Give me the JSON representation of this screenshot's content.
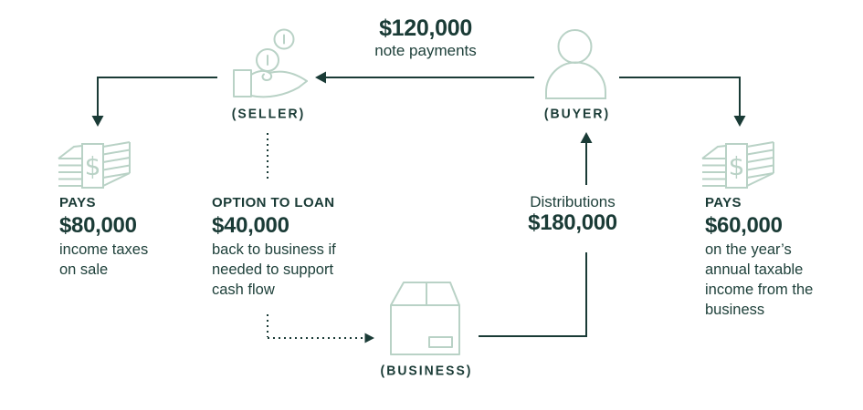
{
  "colors": {
    "ink": "#1a3b36",
    "sage": "#b9d2c6",
    "background": "#ffffff"
  },
  "flows": {
    "note_payments": {
      "amount": "$120,000",
      "label": "note payments"
    },
    "distributions": {
      "label": "Distributions",
      "amount": "$180,000"
    }
  },
  "nodes": {
    "seller": {
      "label": "(SELLER)",
      "icon": "coins-in-hand-icon"
    },
    "buyer": {
      "label": "(BUYER)",
      "icon": "person-icon"
    },
    "business": {
      "label": "(BUSINESS)",
      "icon": "shipping-box-icon"
    }
  },
  "callouts": {
    "seller_pays": {
      "caps": "PAYS",
      "amount": "$80,000",
      "desc_lines": [
        "income taxes",
        "on sale"
      ],
      "icon": "money-stack-icon"
    },
    "option_to_loan": {
      "caps": "OPTION TO LOAN",
      "amount": "$40,000",
      "desc_lines": [
        "back to business if",
        "needed to support",
        "cash flow"
      ]
    },
    "buyer_pays": {
      "caps": "PAYS",
      "amount": "$60,000",
      "desc_lines": [
        "on the year’s",
        "annual taxable",
        "income from the",
        "business"
      ],
      "icon": "money-stack-icon"
    }
  }
}
